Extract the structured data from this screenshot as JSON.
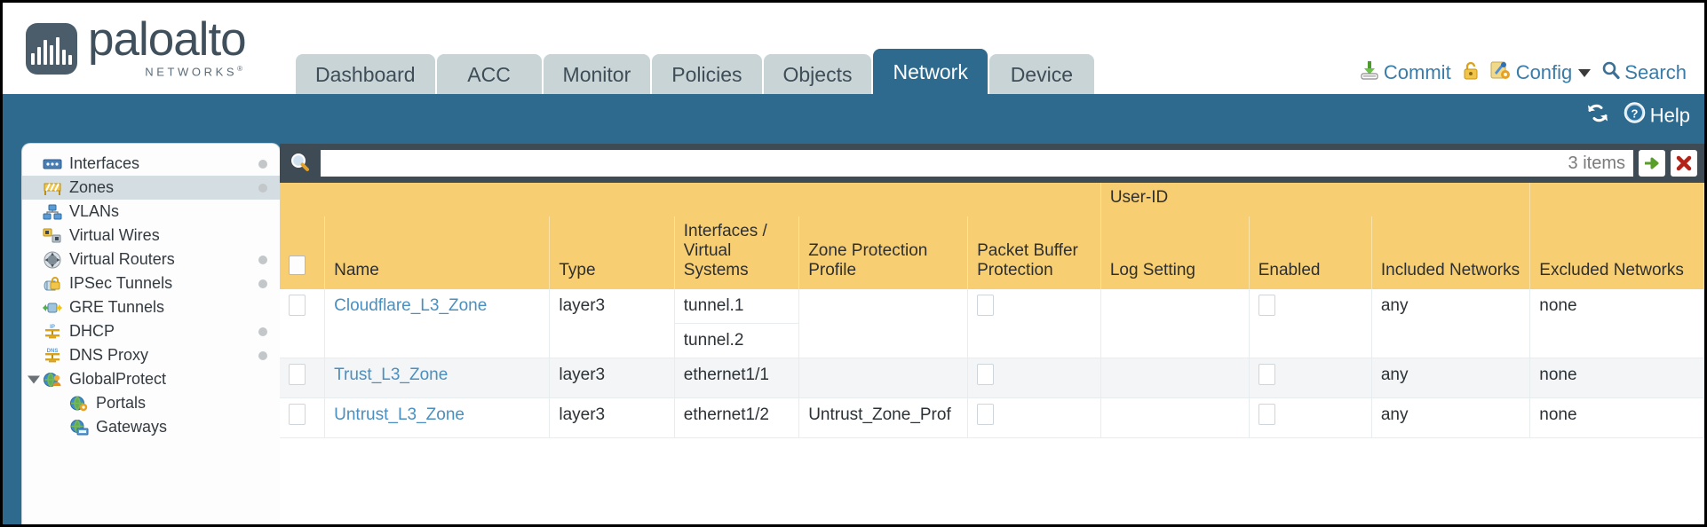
{
  "brand": {
    "name": "paloalto",
    "tagline": "NETWORKS",
    "tagline_mark": "®"
  },
  "nav": {
    "tabs": [
      {
        "label": "Dashboard",
        "active": false
      },
      {
        "label": "ACC",
        "active": false
      },
      {
        "label": "Monitor",
        "active": false
      },
      {
        "label": "Policies",
        "active": false
      },
      {
        "label": "Objects",
        "active": false
      },
      {
        "label": "Network",
        "active": true
      },
      {
        "label": "Device",
        "active": false
      }
    ]
  },
  "top_actions": {
    "commit": "Commit",
    "commit_icon": "commit-save-icon",
    "lock_icon": "padlock-icon",
    "config": "Config",
    "config_icon": "config-wrench-icon",
    "config_caret": "chevron-down-icon",
    "search": "Search",
    "search_icon": "search-icon"
  },
  "blueband": {
    "refresh_icon": "refresh-icon",
    "help": "Help",
    "help_icon": "help-question-icon"
  },
  "sidebar": {
    "items": [
      {
        "label": "Interfaces",
        "icon": "interfaces-icon",
        "dot": true,
        "selected": false,
        "child": false,
        "caret": false
      },
      {
        "label": "Zones",
        "icon": "zones-icon",
        "dot": true,
        "selected": true,
        "child": false,
        "caret": false
      },
      {
        "label": "VLANs",
        "icon": "vlans-icon",
        "dot": false,
        "selected": false,
        "child": false,
        "caret": false
      },
      {
        "label": "Virtual Wires",
        "icon": "virtual-wires-icon",
        "dot": false,
        "selected": false,
        "child": false,
        "caret": false
      },
      {
        "label": "Virtual Routers",
        "icon": "virtual-routers-icon",
        "dot": true,
        "selected": false,
        "child": false,
        "caret": false
      },
      {
        "label": "IPSec Tunnels",
        "icon": "ipsec-tunnels-icon",
        "dot": true,
        "selected": false,
        "child": false,
        "caret": false
      },
      {
        "label": "GRE Tunnels",
        "icon": "gre-tunnels-icon",
        "dot": false,
        "selected": false,
        "child": false,
        "caret": false
      },
      {
        "label": "DHCP",
        "icon": "dhcp-icon",
        "dot": true,
        "selected": false,
        "child": false,
        "caret": false
      },
      {
        "label": "DNS Proxy",
        "icon": "dns-proxy-icon",
        "dot": true,
        "selected": false,
        "child": false,
        "caret": false
      },
      {
        "label": "GlobalProtect",
        "icon": "globalprotect-icon",
        "dot": false,
        "selected": false,
        "child": false,
        "caret": true
      },
      {
        "label": "Portals",
        "icon": "portals-icon",
        "dot": false,
        "selected": false,
        "child": true,
        "caret": false
      },
      {
        "label": "Gateways",
        "icon": "gateways-icon",
        "dot": false,
        "selected": false,
        "child": true,
        "caret": false
      }
    ]
  },
  "search_row": {
    "magnifier_icon": "search-icon",
    "value": "",
    "placeholder": "",
    "items_count": "3 items",
    "apply_icon": "green-arrow-icon",
    "clear_icon": "red-x-icon"
  },
  "table": {
    "group_header": {
      "label": "User-ID",
      "span": 3
    },
    "columns": [
      "Name",
      "Type",
      "Interfaces / Virtual Systems",
      "Zone Protection Profile",
      "Packet Buffer Protection",
      "Log Setting",
      "Enabled",
      "Included Networks",
      "Excluded Networks"
    ],
    "rows": [
      {
        "selected": false,
        "name": "Cloudflare_L3_Zone",
        "type": "layer3",
        "interfaces": [
          "tunnel.1",
          "tunnel.2"
        ],
        "zone_protection_profile": "",
        "packet_buffer_protection": false,
        "log_setting": "",
        "userid_enabled": false,
        "included_networks": "any",
        "excluded_networks": "none"
      },
      {
        "selected": false,
        "name": "Trust_L3_Zone",
        "type": "layer3",
        "interfaces": [
          "ethernet1/1"
        ],
        "zone_protection_profile": "",
        "packet_buffer_protection": false,
        "log_setting": "",
        "userid_enabled": false,
        "included_networks": "any",
        "excluded_networks": "none"
      },
      {
        "selected": false,
        "name": "Untrust_L3_Zone",
        "type": "layer3",
        "interfaces": [
          "ethernet1/2"
        ],
        "zone_protection_profile": "Untrust_Zone_Prof",
        "packet_buffer_protection": false,
        "log_setting": "",
        "userid_enabled": false,
        "included_networks": "any",
        "excluded_networks": "none"
      }
    ]
  },
  "colors": {
    "brand_blue": "#2e6a8e",
    "tab_inactive": "#c9d4d6",
    "header_gold": "#f7cf72",
    "group_gold": "#e2b84c",
    "link_blue": "#4a8fc0",
    "dark_slate": "#3e4b54"
  }
}
